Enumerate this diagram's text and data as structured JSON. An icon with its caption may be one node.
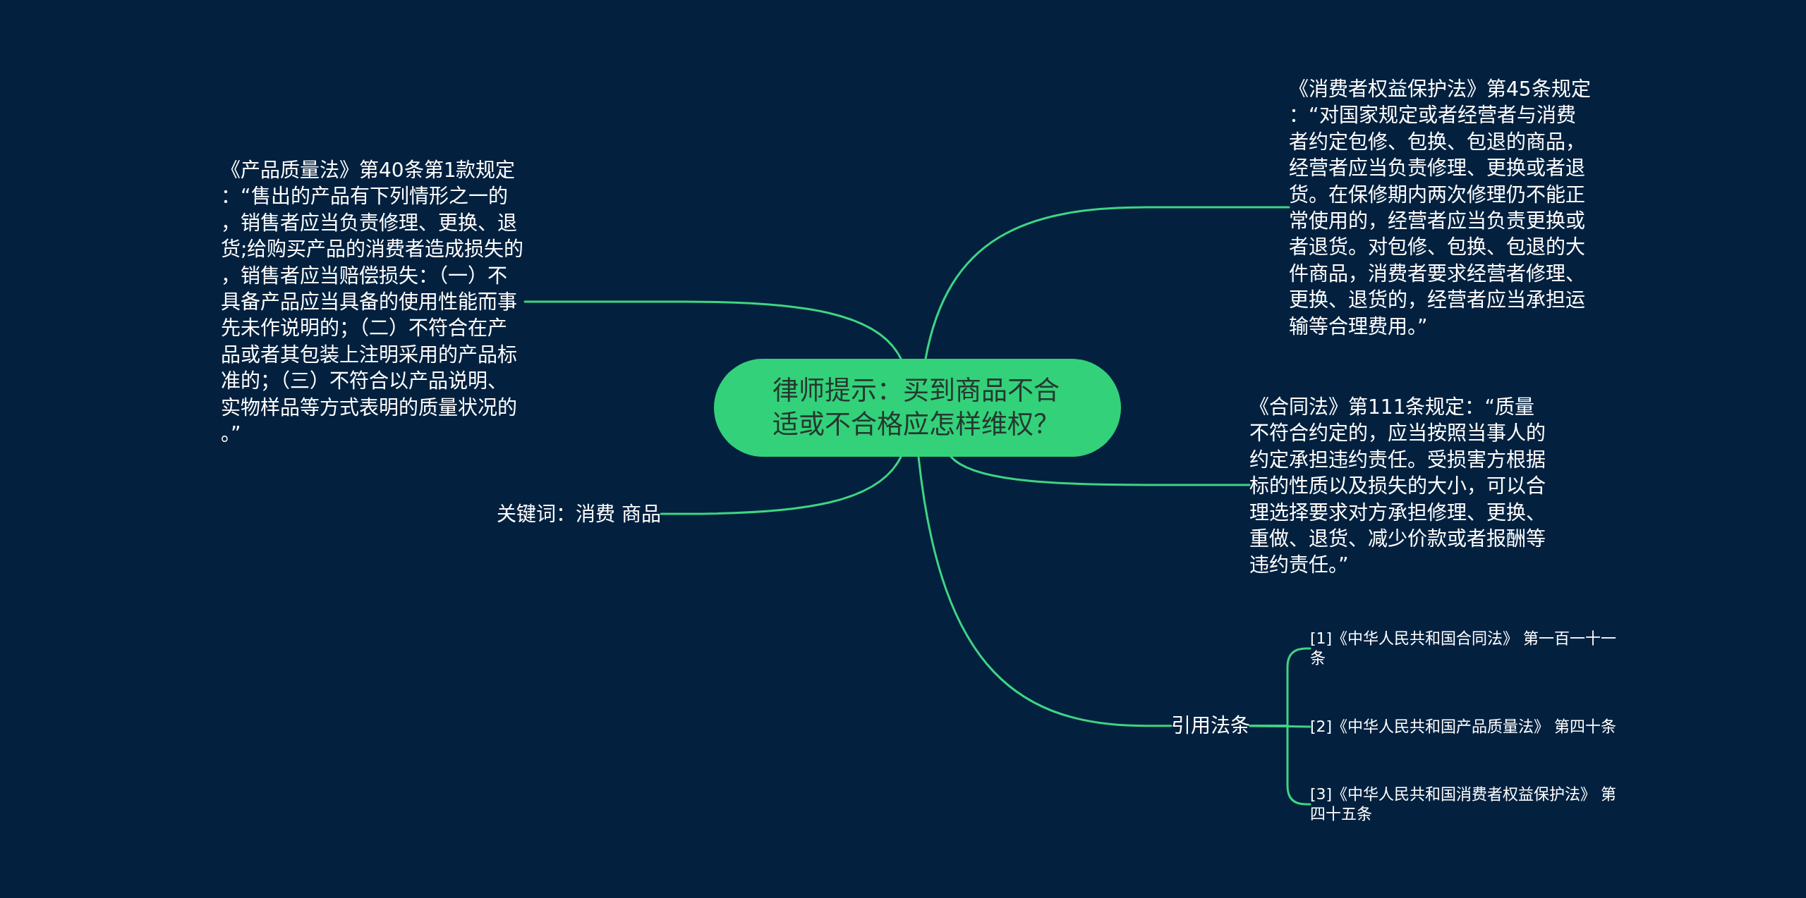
{
  "diagram": {
    "nodes": [
      {
        "text": [
          "律师提示：买到商品不合适或不合格应怎样维权？"
        ]
      },
      {
        "text": [
          "《产品质量法》第40条第1款规定：“售出的产品有下列情形之一的，销售者应当负责修理、更换、退货;给购买产品的消费者造成损失的，销售者应当赔偿损失：（一）不具备产品应当具备的使用性能而事先未作说明的；（二）不符合在产品或者其包装上注明采用的产品标准的；（三）不符合以产品说明、实物样品等方式表明的质量状况的。”"
        ]
      },
      {
        "text": [
          "关键词：消费 商品"
        ]
      },
      {
        "text": [
          "《消费者权益保护法》第45条规定：“对国家规定或者经营者与消费者约定包修、包换、包退的商品，经营者应当负责修理、更换或者退货。在保修期内两次修理仍不能正常使用的，经营者应当负责更换或者退货。对包修、包换、包退的大件商品，消费者要求经营者修理、更换、退货的，经营者应当承担运输等合理费用。”"
        ]
      },
      {
        "text": [
          "《合同法》第111条规定：“质量不符合约定的，应当按照当事人的约定承担违约责任。受损害方根据标的性质以及损失的大小，可以合理选择要求对方承担修理、更换、重做、退货、减少价款或者报酬等违约责任。”"
        ]
      },
      {
        "text": [
          "引用法条"
        ]
      },
      {
        "text": [
          "[1]《中华人民共和国合同法》 第一百一十一条"
        ]
      },
      {
        "text": [
          "[2]《中华人民共和国产品质量法》 第四十条"
        ]
      },
      {
        "text": [
          "[3]《中华人民共和国消费者权益保护法》 第四十五条"
        ]
      }
    ],
    "edges": [
      {
        "from": 0,
        "to": 1,
        "arrow": "none"
      },
      {
        "from": 0,
        "to": 2,
        "arrow": "none"
      },
      {
        "from": 0,
        "to": 3,
        "arrow": "none"
      },
      {
        "from": 0,
        "to": 4,
        "arrow": "none"
      },
      {
        "from": 0,
        "to": 5,
        "arrow": "none"
      },
      {
        "from": 5,
        "to": 6,
        "arrow": "none"
      },
      {
        "from": 5,
        "to": 7,
        "arrow": "none"
      },
      {
        "from": 5,
        "to": 8,
        "arrow": "none"
      }
    ]
  }
}
